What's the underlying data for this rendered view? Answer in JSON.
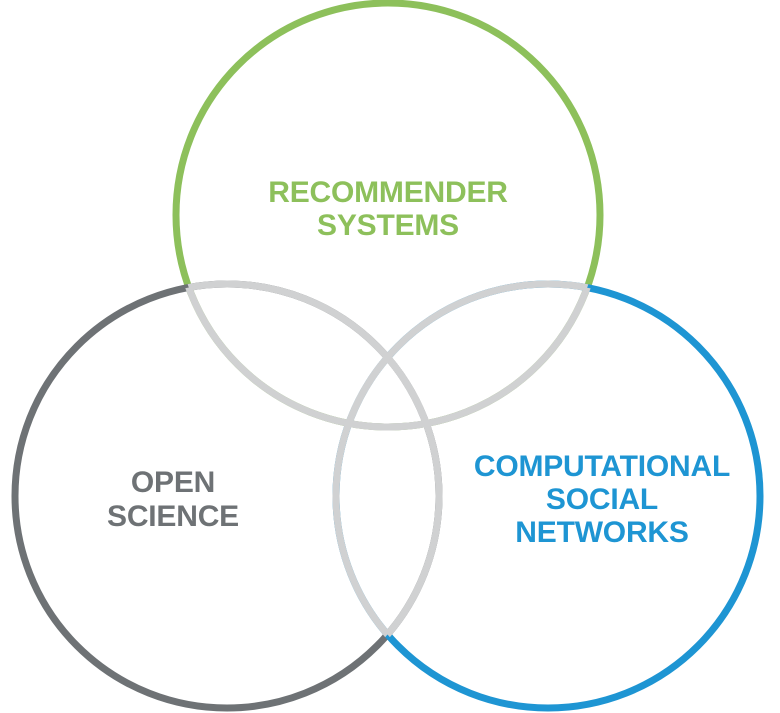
{
  "diagram": {
    "type": "venn",
    "sets": [
      {
        "id": "recommender",
        "lines": [
          "RECOMMENDER",
          "SYSTEMS"
        ],
        "color": "#8dc05b"
      },
      {
        "id": "open-science",
        "lines": [
          "OPEN",
          "SCIENCE"
        ],
        "color": "#6e7275"
      },
      {
        "id": "computational",
        "lines": [
          "COMPUTATIONAL",
          "SOCIAL",
          "NETWORKS"
        ],
        "color": "#1e95d3"
      }
    ],
    "overlap_color": "#d0d1d2",
    "background": "#ffffff"
  }
}
